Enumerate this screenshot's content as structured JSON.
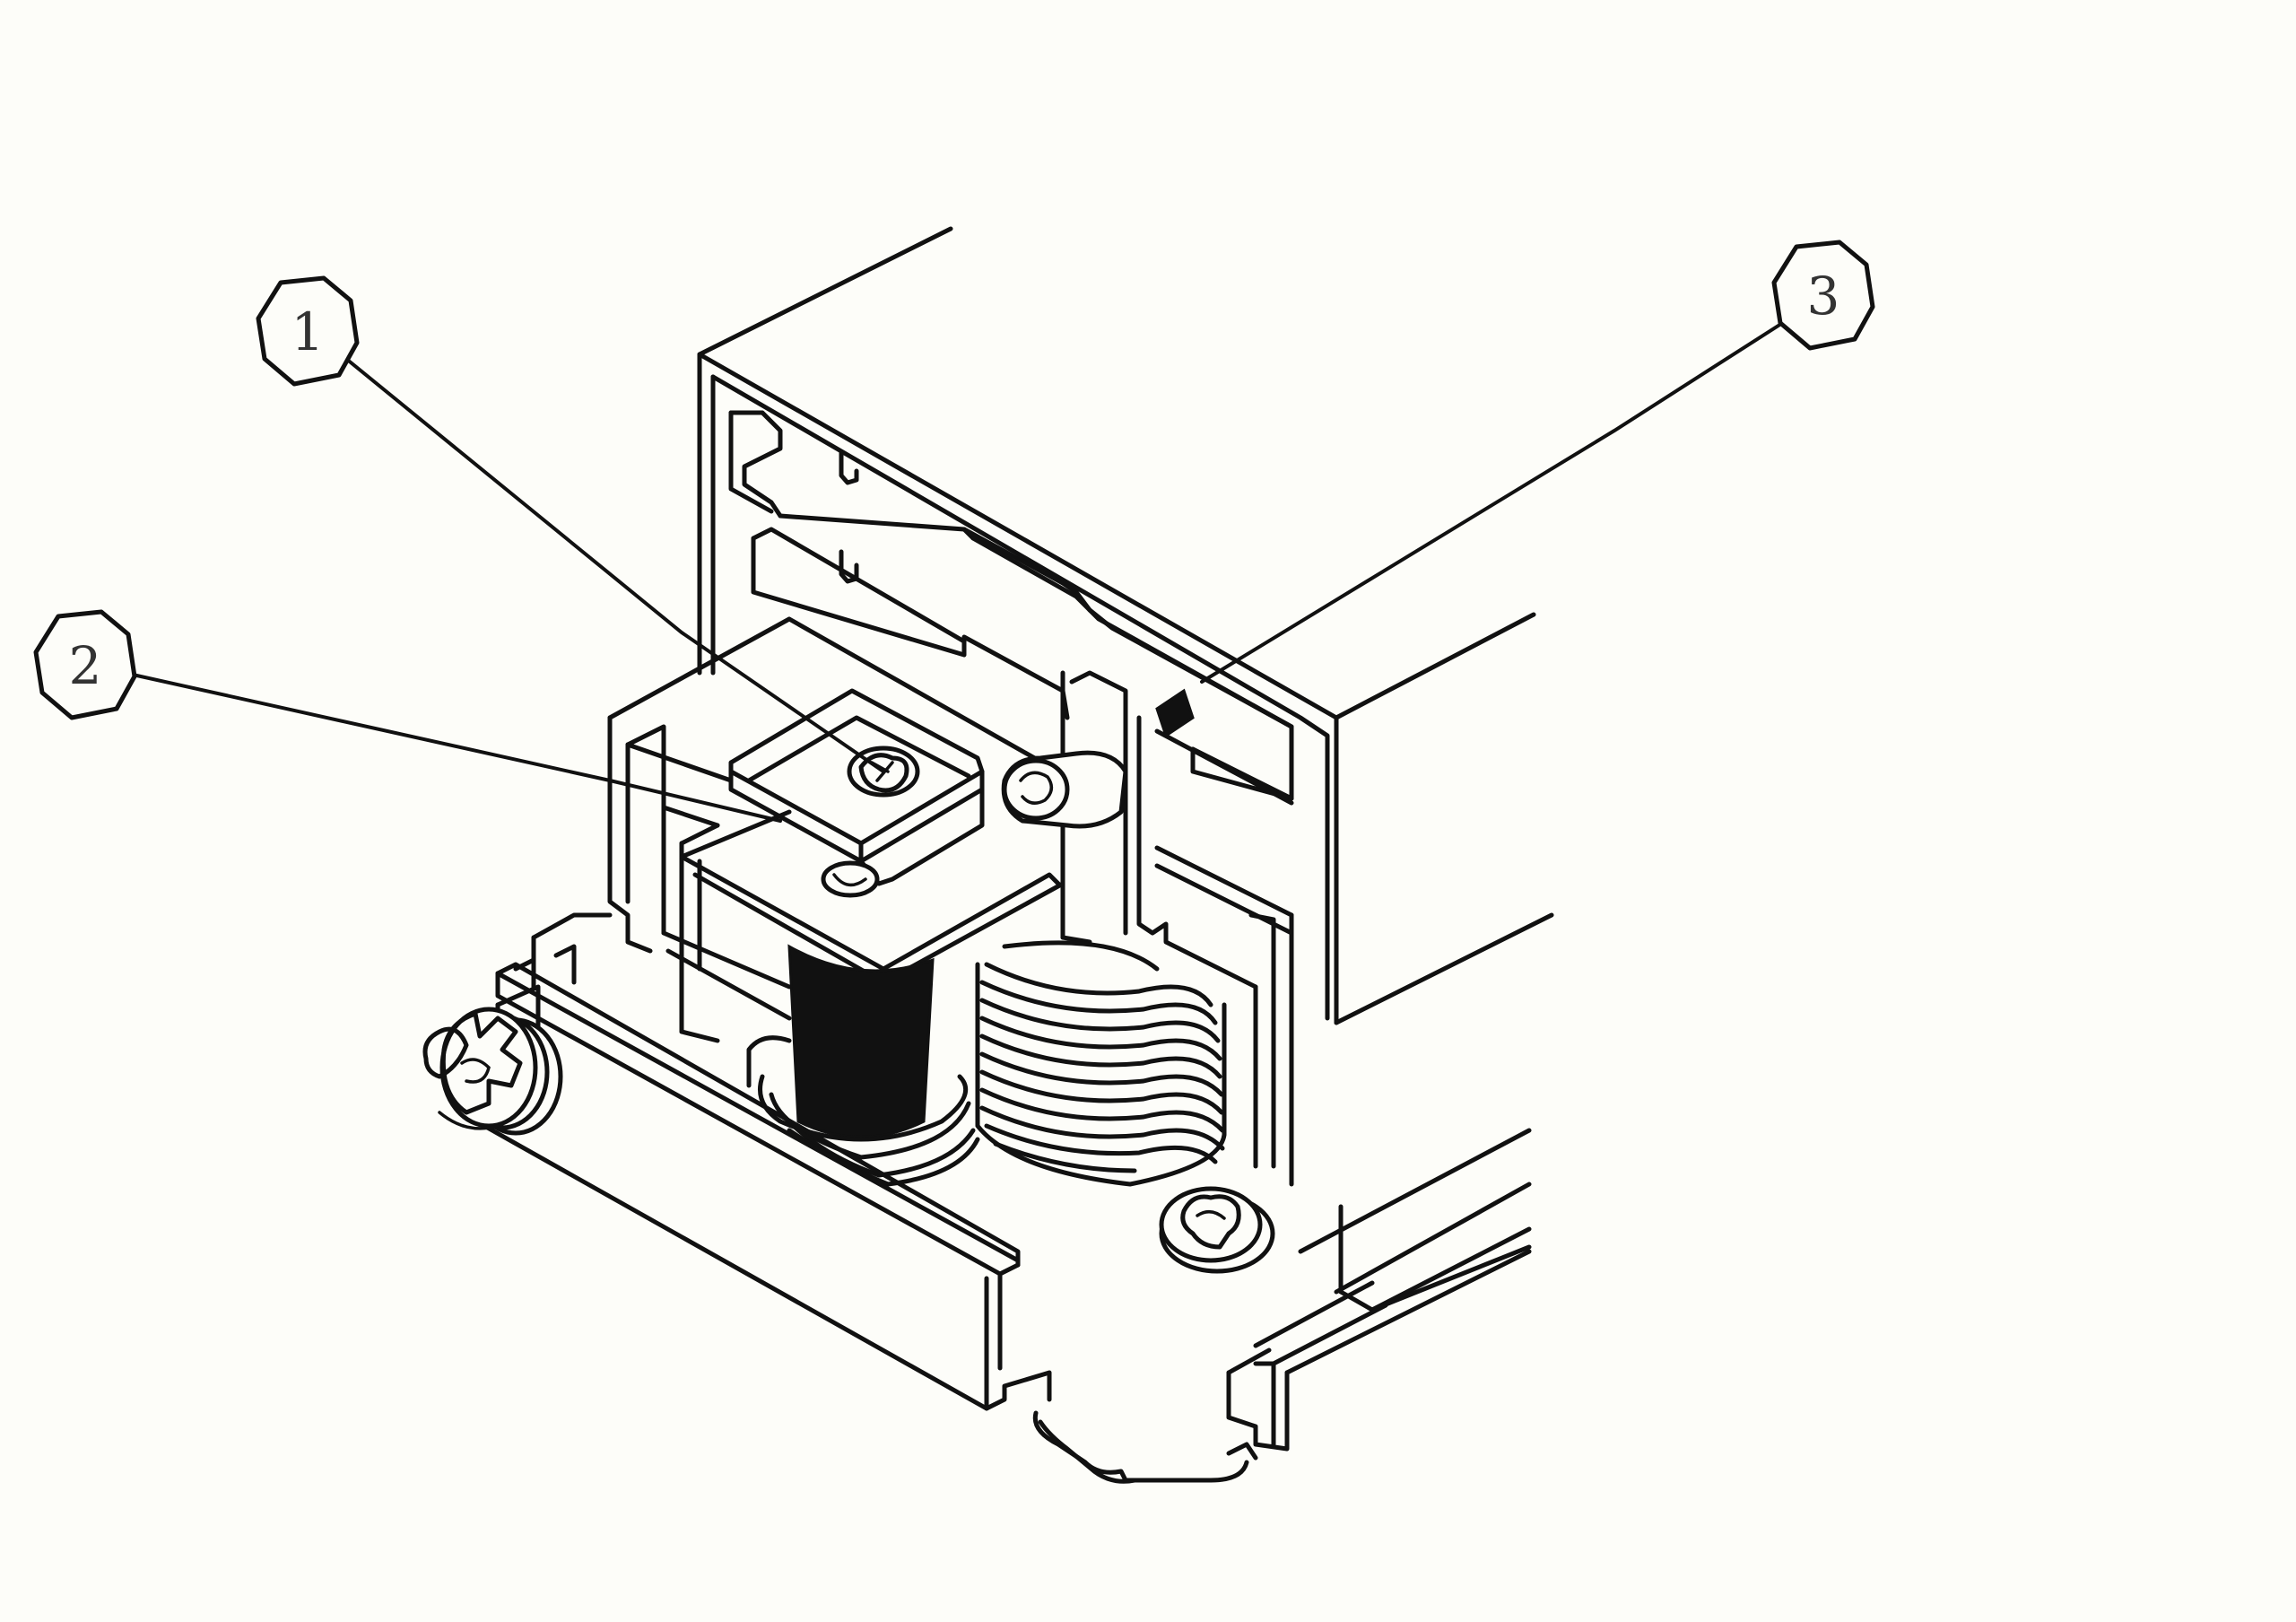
{
  "callouts": [
    {
      "id": "callout-1",
      "label": "1"
    },
    {
      "id": "callout-2",
      "label": "2"
    },
    {
      "id": "callout-3",
      "label": "3"
    }
  ],
  "colors": {
    "background": "#fdfdf9",
    "line": "#111111"
  },
  "icons": [
    "screw-icon",
    "coil-icon",
    "nut-icon"
  ]
}
